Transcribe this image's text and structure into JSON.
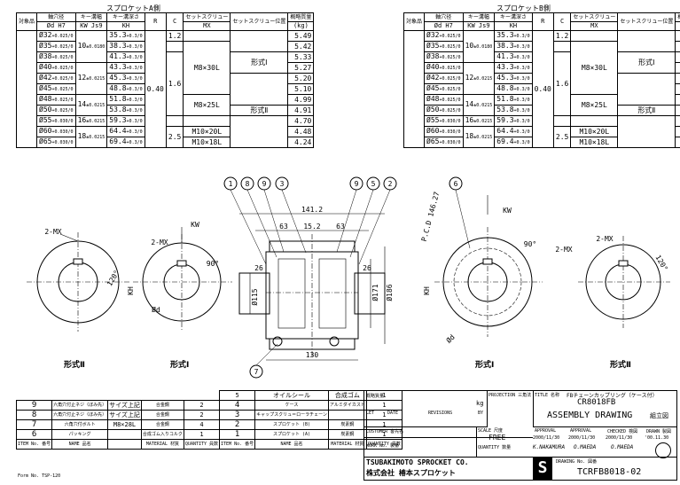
{
  "tables": {
    "a": {
      "caption": "スプロケットA側",
      "headers": {
        "model": "対象品",
        "bore": "軸穴径",
        "bore_unit": "Ød H7",
        "keyw": "キー溝幅",
        "keyw_unit": "KW Js9",
        "keyd": "キー溝深さ",
        "keyd_unit": "KH",
        "r": "R",
        "c": "C",
        "screw": "セットスクリュー",
        "screw_unit": "MX",
        "type": "セットスクリュー位置",
        "mass": "概略質量",
        "mass_unit": "(kg)"
      }
    },
    "b": {
      "caption": "スプロケットB側"
    },
    "rows": [
      {
        "bore": "Ø32",
        "tol": "+0.025/0",
        "kh": "35.3",
        "mass": "5.49"
      },
      {
        "bore": "Ø35",
        "tol": "+0.025/0",
        "kh": "38.3",
        "mass": "5.42"
      },
      {
        "bore": "Ø38",
        "tol": "+0.025/0",
        "kh": "41.3",
        "mass": "5.33"
      },
      {
        "bore": "Ø40",
        "tol": "+0.025/0",
        "kh": "43.3",
        "mass": "5.27"
      },
      {
        "bore": "Ø42",
        "tol": "+0.025/0",
        "kh": "45.3",
        "mass": "5.20"
      },
      {
        "bore": "Ø45",
        "tol": "+0.025/0",
        "kh": "48.8",
        "mass": "5.10"
      },
      {
        "bore": "Ø48",
        "tol": "+0.025/0",
        "kh": "51.8",
        "mass": "4.99"
      },
      {
        "bore": "Ø50",
        "tol": "+0.025/0",
        "kh": "53.8",
        "mass": "4.91"
      },
      {
        "bore": "Ø55",
        "tol": "+0.030/0",
        "kh": "59.3",
        "mass": "4.70"
      },
      {
        "bore": "Ø60",
        "tol": "+0.030/0",
        "kh": "64.4",
        "mass": "4.48"
      },
      {
        "bore": "Ø65",
        "tol": "+0.030/0",
        "kh": "69.4",
        "mass": "4.24"
      }
    ],
    "kh_tol": "+0.3/0",
    "kw_groups": [
      {
        "value": "10",
        "tol": "±0.0180",
        "span": 3
      },
      {
        "value": "12",
        "tol": "±0.0215",
        "span": 3
      },
      {
        "value": "14",
        "tol": "±0.0215",
        "span": 2
      },
      {
        "value": "16",
        "tol": "±0.0215",
        "span": 1
      },
      {
        "value": "18",
        "tol": "±0.0215",
        "span": 2
      }
    ],
    "r_value": "0.40",
    "c_groups": [
      {
        "value": "1.2",
        "span": 1
      },
      {
        "value": "",
        "span": 1
      },
      {
        "value": "1.6",
        "span": 6
      },
      {
        "value": "",
        "span": 1
      },
      {
        "value": "2.5",
        "span": 2
      }
    ],
    "screw_groups": [
      {
        "value": "",
        "span": 1
      },
      {
        "value": "M8×30L",
        "span": 5
      },
      {
        "value": "M8×25L",
        "span": 2
      },
      {
        "value": "",
        "span": 1
      },
      {
        "value": "M10×20L",
        "span": 1
      },
      {
        "value": "M10×18L",
        "span": 1
      }
    ],
    "type_groups": [
      {
        "value": "",
        "span": 2
      },
      {
        "value": "形式Ⅰ",
        "span": 2
      },
      {
        "value": "",
        "span": 3
      },
      {
        "value": "形式Ⅱ",
        "span": 1
      },
      {
        "value": "",
        "span": 3
      }
    ]
  },
  "drawing": {
    "dims": {
      "overall": "141.2",
      "l1": "63",
      "gap": "15.2",
      "l2": "63",
      "flange": "26",
      "flange2": "26",
      "d115": "Ø115",
      "d171": "Ø171",
      "d186": "Ø186",
      "width130": "130",
      "pcd": "P.C.D 146.27",
      "kw": "KW",
      "kh": "KH",
      "mx": "2-MX",
      "phid": "Ød",
      "ang90": "90°",
      "ang120": "120°"
    },
    "balloons": [
      "1",
      "8",
      "9",
      "3",
      "9",
      "5",
      "2",
      "6",
      "7"
    ],
    "labels": {
      "type2_left": "形式Ⅱ",
      "type1_left": "形式Ⅰ",
      "type1_right": "形式Ⅰ",
      "type2_right": "形式Ⅱ"
    }
  },
  "parts_list": {
    "rows": [
      {
        "no": "9",
        "name": "六角穴付止ネジ（ぼみ先）",
        "size": "サイズ上記",
        "mat": "合金鋼",
        "qty": "2"
      },
      {
        "no": "8",
        "name": "六角穴付止ネジ（ぼみ先）",
        "size": "サイズ上記",
        "mat": "合金鋼",
        "qty": "2"
      },
      {
        "no": "7",
        "name": "六角穴付ボルト",
        "size": "M8×28L",
        "mat": "合金鋼",
        "qty": "4"
      },
      {
        "no": "6",
        "name": "パッキング",
        "size": "",
        "mat": "合成ゴム入りコルク",
        "qty": "1"
      }
    ],
    "rows_right": [
      {
        "no": "5",
        "name": "オイルシール",
        "mat": "合成ゴム",
        "qty": "1"
      },
      {
        "no": "4",
        "name": "ケース",
        "mat": "アルミダイカスト",
        "qty": "1"
      },
      {
        "no": "3",
        "name": "キャップスクリュ＝ローラチェーン",
        "mat": "",
        "qty": "1"
      },
      {
        "no": "2",
        "name": "スプロケット (B)",
        "mat": "炭素鋼",
        "qty": "1"
      },
      {
        "no": "1",
        "name": "スプロケット (A)",
        "mat": "炭素鋼",
        "qty": "1"
      }
    ],
    "headers": {
      "item": "ITEM No. 番号",
      "name": "NAME 品名",
      "material": "MATERIAL 材質",
      "qty": "QUANTITY 員数",
      "remark": "NAME 品名"
    },
    "form_no": "Form No. TSP-120"
  },
  "title_block": {
    "projection": "PROJECTION 三角法",
    "title_label": "TITLE 名称",
    "title_jp": "FBチェーンカップリング（ケース付）",
    "model": "CR8018FB",
    "assembly": "ASSEMBLY DRAWING",
    "assembly_jp": "組立図",
    "mass_label": "概略質量",
    "mass_unit": "kg",
    "let": "LET",
    "date": "DATE",
    "revisions": "REVISIONS",
    "by": "BY",
    "customer": "CUSTOMER 客先名",
    "scale_label": "SCALE 尺度",
    "scale": "FREE",
    "work_no": "WORK No. 製番",
    "quantity": "QUANTITY 数量",
    "approval1": "APPROVAL",
    "approval2": "APPROVAL",
    "checked": "CHECKED 検図",
    "drawn": "DRAWN 製図",
    "date1": "2000/11/30",
    "date2": "2000/11/30",
    "date3": "2000/11/30",
    "date4": "'00.11.30",
    "sig1": "K.NAKAMURA",
    "sig2": "O.MAEDA",
    "sig3": "O.MAEDA",
    "company_en": "TSUBAKIMOTO SPROCKET CO.",
    "company_jp": "株式会社 椿本スプロケット",
    "drawing_no_label": "DRAWING No. 図番",
    "drawing_no": "TCRFB8018-02",
    "logo": "S"
  }
}
